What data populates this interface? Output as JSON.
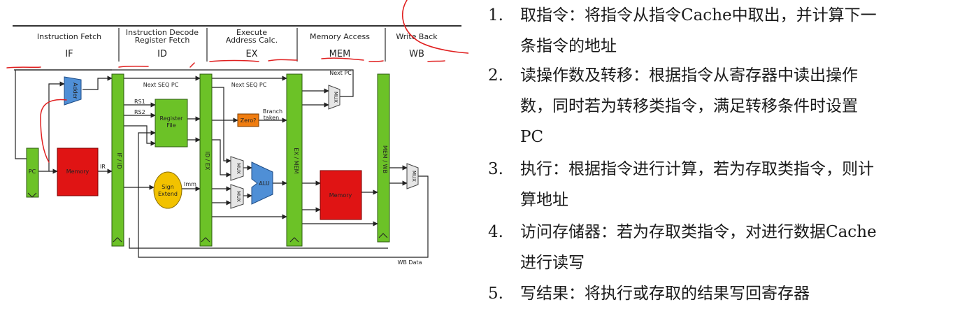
{
  "stages": [
    {
      "title_lines": [
        "Instruction Fetch"
      ],
      "abbr": "IF"
    },
    {
      "title_lines": [
        "Instruction Decode",
        "Register Fetch"
      ],
      "abbr": "ID"
    },
    {
      "title_lines": [
        "Execute",
        "Address Calc."
      ],
      "abbr": "EX"
    },
    {
      "title_lines": [
        "Memory Access"
      ],
      "abbr": "MEM"
    },
    {
      "title_lines": [
        "Write Back"
      ],
      "abbr": "WB"
    }
  ],
  "blocks": {
    "adder": "Adder",
    "pc": "PC",
    "imem": "Memory",
    "if_id": "IF / ID",
    "regfile_line1": "Register",
    "regfile_line2": "File",
    "sign_line1": "Sign",
    "sign_line2": "Extend",
    "id_ex": "ID / EX",
    "zero": "Zero?",
    "alu": "ALU",
    "mux": "MUX",
    "ex_mem": "EX / MEM",
    "dmem": "Memory",
    "mem_wb": "MEM / WB"
  },
  "signals": {
    "next_seq_pc_1": "Next SEQ PC",
    "next_seq_pc_2": "Next SEQ PC",
    "next_pc": "Next PC",
    "rs1": "RS1",
    "rs2": "RS2",
    "ir": "IR",
    "imm": "Imm",
    "branch_line1": "Branch",
    "branch_line2": "taken",
    "wb_data": "WB Data"
  },
  "steps": [
    {
      "num": "1.",
      "lines": [
        "取指令：将指令从指令Cache中取出，并计算下一",
        "条指令的地址"
      ]
    },
    {
      "num": "2.",
      "lines": [
        "读操作数及转移：根据指令从寄存器中读出操作",
        "数，同时若为转移类指令，满足转移条件时设置",
        "PC"
      ]
    },
    {
      "num": "3.",
      "lines": [
        "执行：根据指令进行计算，若为存取类指令，则计",
        "算地址"
      ]
    },
    {
      "num": "4.",
      "lines": [
        "访问存储器：若为存取类指令，对进行数据Cache",
        "进行读写"
      ]
    },
    {
      "num": "5.",
      "lines": [
        "写结果：将执行或存取的结果写回寄存器"
      ]
    }
  ],
  "colors": {
    "pipeline_register": "#6cc227",
    "memory": "#e01414",
    "adder_alu": "#4f8fd6",
    "sign_extend": "#f2c200",
    "zero_test": "#f07d10",
    "annotation": "#e02020"
  }
}
